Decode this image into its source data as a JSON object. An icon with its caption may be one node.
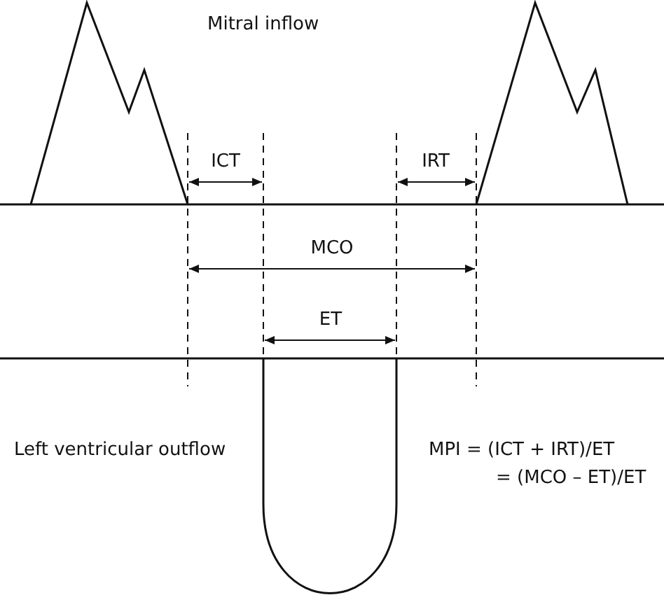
{
  "diagram": {
    "labels": [
      "Mitral inflow",
      "ICT",
      "IRT",
      "MCO",
      "ET",
      "Left ventricular outflow",
      "MPI = (ICT + IRT)/ET",
      "= (MCO – ET)/ET"
    ]
  }
}
